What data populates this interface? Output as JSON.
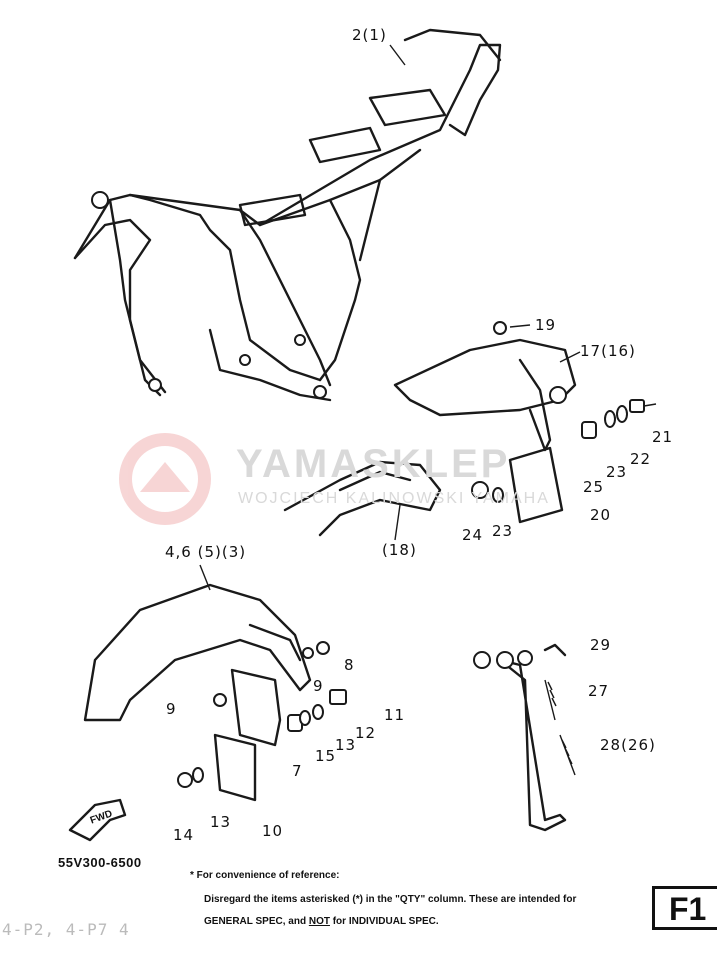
{
  "diagram": {
    "callouts": [
      {
        "id": "c-2",
        "label": "2(1)"
      },
      {
        "id": "c-19",
        "label": "19"
      },
      {
        "id": "c-17",
        "label": "17(16)"
      },
      {
        "id": "c-21",
        "label": "21"
      },
      {
        "id": "c-22",
        "label": "22"
      },
      {
        "id": "c-23a",
        "label": "23"
      },
      {
        "id": "c-25",
        "label": "25"
      },
      {
        "id": "c-20",
        "label": "20"
      },
      {
        "id": "c-24",
        "label": "24"
      },
      {
        "id": "c-23b",
        "label": "23"
      },
      {
        "id": "c-18",
        "label": "(18)"
      },
      {
        "id": "c-4",
        "label": "4,6 (5)(3)"
      },
      {
        "id": "c-8",
        "label": "8"
      },
      {
        "id": "c-9a",
        "label": "9"
      },
      {
        "id": "c-9b",
        "label": "9"
      },
      {
        "id": "c-11",
        "label": "11"
      },
      {
        "id": "c-12",
        "label": "12"
      },
      {
        "id": "c-13a",
        "label": "13"
      },
      {
        "id": "c-15",
        "label": "15"
      },
      {
        "id": "c-7",
        "label": "7"
      },
      {
        "id": "c-14",
        "label": "14"
      },
      {
        "id": "c-13b",
        "label": "13"
      },
      {
        "id": "c-10",
        "label": "10"
      },
      {
        "id": "c-29",
        "label": "29"
      },
      {
        "id": "c-27",
        "label": "27"
      },
      {
        "id": "c-28",
        "label": "28(26)"
      }
    ],
    "fwd_label": "FWD",
    "part_number": "55V300-6500",
    "note_line1": "* For convenience of reference:",
    "note_line2": "Disregard the items asterisked (*) in the \"QTY\" column.  These are intended for",
    "note_line3a": "GENERAL SPEC, and ",
    "note_line3b": "NOT",
    "note_line3c": " for INDIVIDUAL SPEC.",
    "figure_label": "F1",
    "faded_text": "4-P2,  4-P7  4"
  },
  "watermark": {
    "title": "YAMASKLEP",
    "subtitle": "WOJCIECH KALINOWSKI YAMAHA"
  }
}
